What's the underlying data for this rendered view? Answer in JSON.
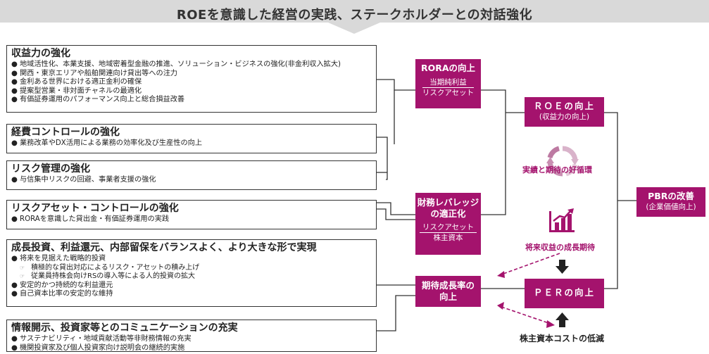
{
  "banner": {
    "title": "ROEを意識した経営の実践、ステークホルダーとの対話強化"
  },
  "boxes": [
    {
      "title": "収益力の強化",
      "items": [
        {
          "mark": "●",
          "text": "地域活性化、本業支援、地域密着型金融の推進、ソリューション・ビジネスの強化(非金利収入拡大)"
        },
        {
          "mark": "●",
          "text": "関西・東京エリアや船舶関連向け貸出等への注力"
        },
        {
          "mark": "●",
          "text": "金利ある世界における適正金利の確保"
        },
        {
          "mark": "●",
          "text": "提案型営業・非対面チャネルの最適化"
        },
        {
          "mark": "●",
          "text": "有価証券運用のパフォーマンス向上と総合損益改善"
        }
      ]
    },
    {
      "title": "経費コントロールの強化",
      "items": [
        {
          "mark": "●",
          "text": "業務改革やDX活用による業務の効率化及び生産性の向上"
        }
      ]
    },
    {
      "title": "リスク管理の強化",
      "items": [
        {
          "mark": "●",
          "text": "与信集中リスクの回避、事業者支援の強化"
        }
      ]
    },
    {
      "title": "リスクアセット・コントロールの強化",
      "items": [
        {
          "mark": "●",
          "text": "RORAを意識した貸出金・有価証券運用の実践"
        }
      ]
    },
    {
      "title": "成長投資、利益還元、内部留保をバランスよく、より大きな形で実現",
      "items": [
        {
          "mark": "●",
          "text": "将来を見据えた戦略的投資"
        },
        {
          "mark": "☞",
          "sub": true,
          "text": "積極的な貸出対応によるリスク・アセットの積み上げ"
        },
        {
          "mark": "☞",
          "sub": true,
          "text": "従業員持株会向けRSの導入等による人的投資の拡大"
        },
        {
          "mark": "●",
          "text": "安定的かつ持続的な利益還元"
        },
        {
          "mark": "●",
          "text": "自己資本比率の安定的な維持"
        }
      ]
    },
    {
      "title": "情報開示、投資家等とのコミュニケーションの充実",
      "items": [
        {
          "mark": "●",
          "text": "サステナビリティ・地域貢献活動等非財務情報の充実"
        },
        {
          "mark": "●",
          "text": "機関投資家及び個人投資家向け説明会の継続的実施"
        }
      ]
    }
  ],
  "rora": {
    "title": "RORAの向上",
    "numerator": "当期純利益",
    "denominator": "リスクアセット"
  },
  "leverage": {
    "title_line1": "財務レバレッジ",
    "title_line2": "の適正化",
    "numerator": "リスクアセット",
    "denominator": "株主資本"
  },
  "growth": {
    "title_line1": "期待成長率の",
    "title_line2": "向上"
  },
  "roe": {
    "title": "ＲＯＥの向上",
    "sub": "(収益力の向上)"
  },
  "per": {
    "title": "ＰＥＲの向上"
  },
  "pbr": {
    "title": "PBRの改善",
    "sub": "(企業価値向上)"
  },
  "labels": {
    "cycle": "実績と期待の好循環",
    "future": "将来収益の成長期待",
    "cost": "株主資本コストの低減"
  },
  "colors": {
    "accent": "#a4136d",
    "banner": "#d9d9d9",
    "line": "#333333"
  },
  "icons": {
    "cycle": "refresh-cycle-icon",
    "chart": "growth-chart-icon"
  }
}
